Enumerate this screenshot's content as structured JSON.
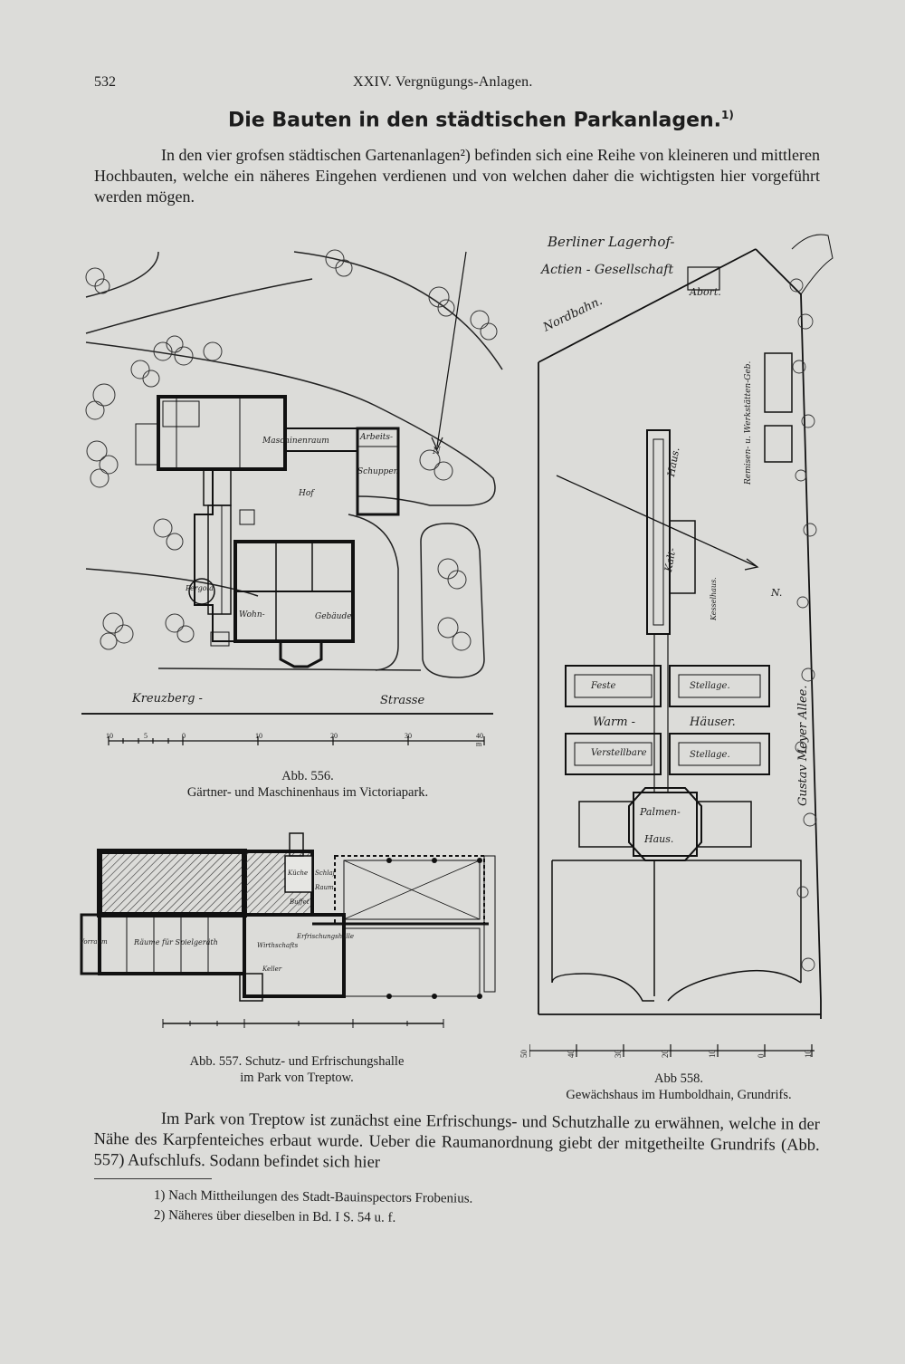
{
  "header": {
    "page_number": "532",
    "running_title": "XXIV. Vergnügungs-Anlagen."
  },
  "title": {
    "text": "Die Bauten in den städtischen Parkanlagen.",
    "footnote_mark": "1)"
  },
  "intro_paragraph": "In den vier grofsen städtischen Gartenanlagen²) befinden sich eine Reihe von kleineren und mittleren Hochbauten, welche ein näheres Eingehen verdienen und von welchen daher die wichtigsten hier vorgeführt werden mögen.",
  "figure_556": {
    "labels": {
      "maschinenraum": "Maschinenraum",
      "arbeits": "Arbeits-",
      "schuppen": "Schuppen",
      "hof": "Hof",
      "pergola": "Pergola",
      "wohn": "Wohn-",
      "gebaeude": "Gebäude",
      "north": "N",
      "kreuzberg": "Kreuzberg -",
      "strasse": "Strasse"
    },
    "scale": [
      "10",
      "5",
      "0",
      "10",
      "20",
      "30",
      "40 m"
    ],
    "caption_number": "Abb. 556.",
    "caption_text": "Gärtner- und Maschinenhaus im Victoriapark."
  },
  "figure_557": {
    "labels": {
      "kueche": "Küche",
      "schlaf": "Schlaf",
      "raum": "Raum",
      "buffet": "Buffet",
      "wirthschafts": "Wirthschafts",
      "keller": "Keller",
      "erfrischungshalle": "Erfrischungshalle",
      "vorraum": "Vorraum",
      "raeume": "Räume für Spielgeräth"
    },
    "caption_line1": "Abb. 557. Schutz- und Erfrischungshalle",
    "caption_line2": "im Park von Treptow."
  },
  "figure_558": {
    "labels": {
      "berliner": "Berliner Lagerhof-",
      "actien": "Actien - Gesellschaft",
      "abort": "Abort.",
      "nordbahn": "Nordbahn.",
      "remisen": "Remisen- u. Werkstätten-Geb.",
      "kalt": "Kalt-",
      "haus": "Haus.",
      "kesselhaus": "Kesselhaus.",
      "north": "N.",
      "gustav": "Gustav Meyer Allee.",
      "feste": "Feste",
      "stellage1": "Stellage.",
      "warm": "Warm -",
      "haeuser": "Häuser.",
      "verstellbare": "Verstellbare",
      "stellage2": "Stellage.",
      "palmen": "Palmen-",
      "haus2": "Haus."
    },
    "scale": [
      "50",
      "40",
      "30",
      "20",
      "10",
      "0",
      "10"
    ],
    "caption_number": "Abb 558.",
    "caption_text": "Gewächshaus im Humboldhain, Grundrifs."
  },
  "body_paragraph": "Im Park von Treptow ist zunächst eine Erfrischungs- und Schutzhalle zu erwähnen, welche in der Nähe des Karpfenteiches erbaut wurde. Ueber die Raumanordnung giebt der mitgetheilte Grundrifs (Abb. 557) Aufschlufs. Sodann befindet sich hier",
  "footnotes": [
    "1) Nach Mittheilungen des Stadt-Bauinspectors Frobenius.",
    "2) Näheres über dieselben in Bd. I S. 54 u. f."
  ]
}
